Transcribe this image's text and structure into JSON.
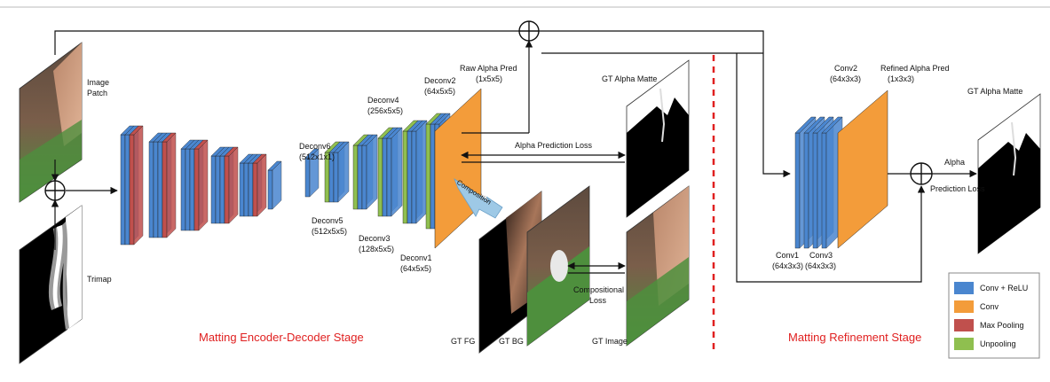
{
  "colors": {
    "conv_relu": "#4a86cf",
    "conv": "#f39c3a",
    "max_pooling": "#c0504d",
    "unpooling": "#8fbf4f",
    "stage_text": "#e02020",
    "divider": "#e02020"
  },
  "labels": {
    "image_patch_l1": "Image",
    "image_patch_l2": "Patch",
    "trimap": "Trimap",
    "deconv6_name": "Deconv6",
    "deconv6_dim": "(512x1x1)",
    "deconv5_name": "Deconv5",
    "deconv5_dim": "(512x5x5)",
    "deconv4_name": "Deconv4",
    "deconv4_dim": "(256x5x5)",
    "deconv3_name": "Deconv3",
    "deconv3_dim": "(128x5x5)",
    "deconv2_name": "Deconv2",
    "deconv2_dim": "(64x5x5)",
    "deconv1_name": "Deconv1",
    "deconv1_dim": "(64x5x5)",
    "raw_alpha_l1": "Raw Alpha Pred",
    "raw_alpha_l2": "(1x5x5)",
    "gt_alpha_matte_1": "GT Alpha Matte",
    "alpha_prediction_loss": "Alpha Prediction Loss",
    "composition": "Composition",
    "compositional_loss_l1": "Compositional",
    "compositional_loss_l2": "Loss",
    "gt_fg": "GT FG",
    "gt_bg": "GT BG",
    "gt_image": "GT Image",
    "encoder_decoder_stage": "Matting Encoder-Decoder Stage",
    "refinement_stage": "Matting Refinement Stage",
    "conv2_name": "Conv2",
    "conv2_dim": "(64x3x3)",
    "refined_alpha_l1": "Refined Alpha Pred",
    "refined_alpha_l2": "(1x3x3)",
    "conv1_name": "Conv1",
    "conv1_dim": "(64x3x3)",
    "conv3_name": "Conv3",
    "conv3_dim": "(64x3x3)",
    "gt_alpha_matte_2": "GT Alpha Matte",
    "alpha_pred_loss_small_l1": "Alpha",
    "alpha_pred_loss_small_l2": "Prediction Loss"
  },
  "legend": [
    {
      "label": "Conv + ReLU",
      "color": "#4a86cf"
    },
    {
      "label": "Conv",
      "color": "#f39c3a"
    },
    {
      "label": "Max Pooling",
      "color": "#c0504d"
    },
    {
      "label": "Unpooling",
      "color": "#8fbf4f"
    }
  ]
}
